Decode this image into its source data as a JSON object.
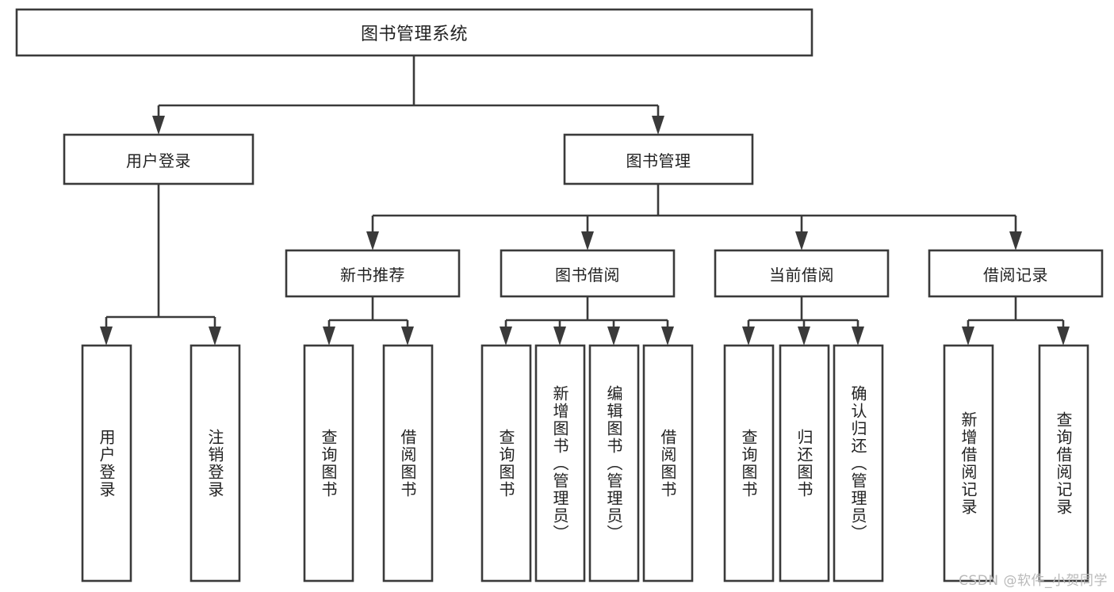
{
  "diagram": {
    "title": "图书管理系统",
    "type": "tree",
    "watermark": "CSDN @软件_小贺同学",
    "colors": {
      "stroke": "#3a3a3a",
      "box_fill": "#ffffff",
      "text": "#222222",
      "background": "#ffffff",
      "watermark": "#b9b9b9"
    },
    "levels": {
      "root": {
        "label": "图书管理系统"
      },
      "level2": [
        {
          "label": "用户登录"
        },
        {
          "label": "图书管理"
        }
      ],
      "level3": [
        {
          "label": "新书推荐"
        },
        {
          "label": "图书借阅"
        },
        {
          "label": "当前借阅"
        },
        {
          "label": "借阅记录"
        }
      ],
      "leaves": [
        {
          "label": "用户登录",
          "parent": "用户登录"
        },
        {
          "label": "注销登录",
          "parent": "用户登录"
        },
        {
          "label": "查询图书",
          "parent": "新书推荐"
        },
        {
          "label": "借阅图书",
          "parent": "新书推荐"
        },
        {
          "label": "查询图书",
          "parent": "图书借阅"
        },
        {
          "label": "新增图书（管理员）",
          "parent": "图书借阅"
        },
        {
          "label": "编辑图书（管理员）",
          "parent": "图书借阅"
        },
        {
          "label": "借阅图书",
          "parent": "图书借阅"
        },
        {
          "label": "查询图书",
          "parent": "当前借阅"
        },
        {
          "label": "归还图书",
          "parent": "当前借阅"
        },
        {
          "label": "确认归还（管理员）",
          "parent": "当前借阅"
        },
        {
          "label": "新增借阅记录",
          "parent": "借阅记录"
        },
        {
          "label": "查询借阅记录",
          "parent": "借阅记录"
        }
      ]
    }
  }
}
